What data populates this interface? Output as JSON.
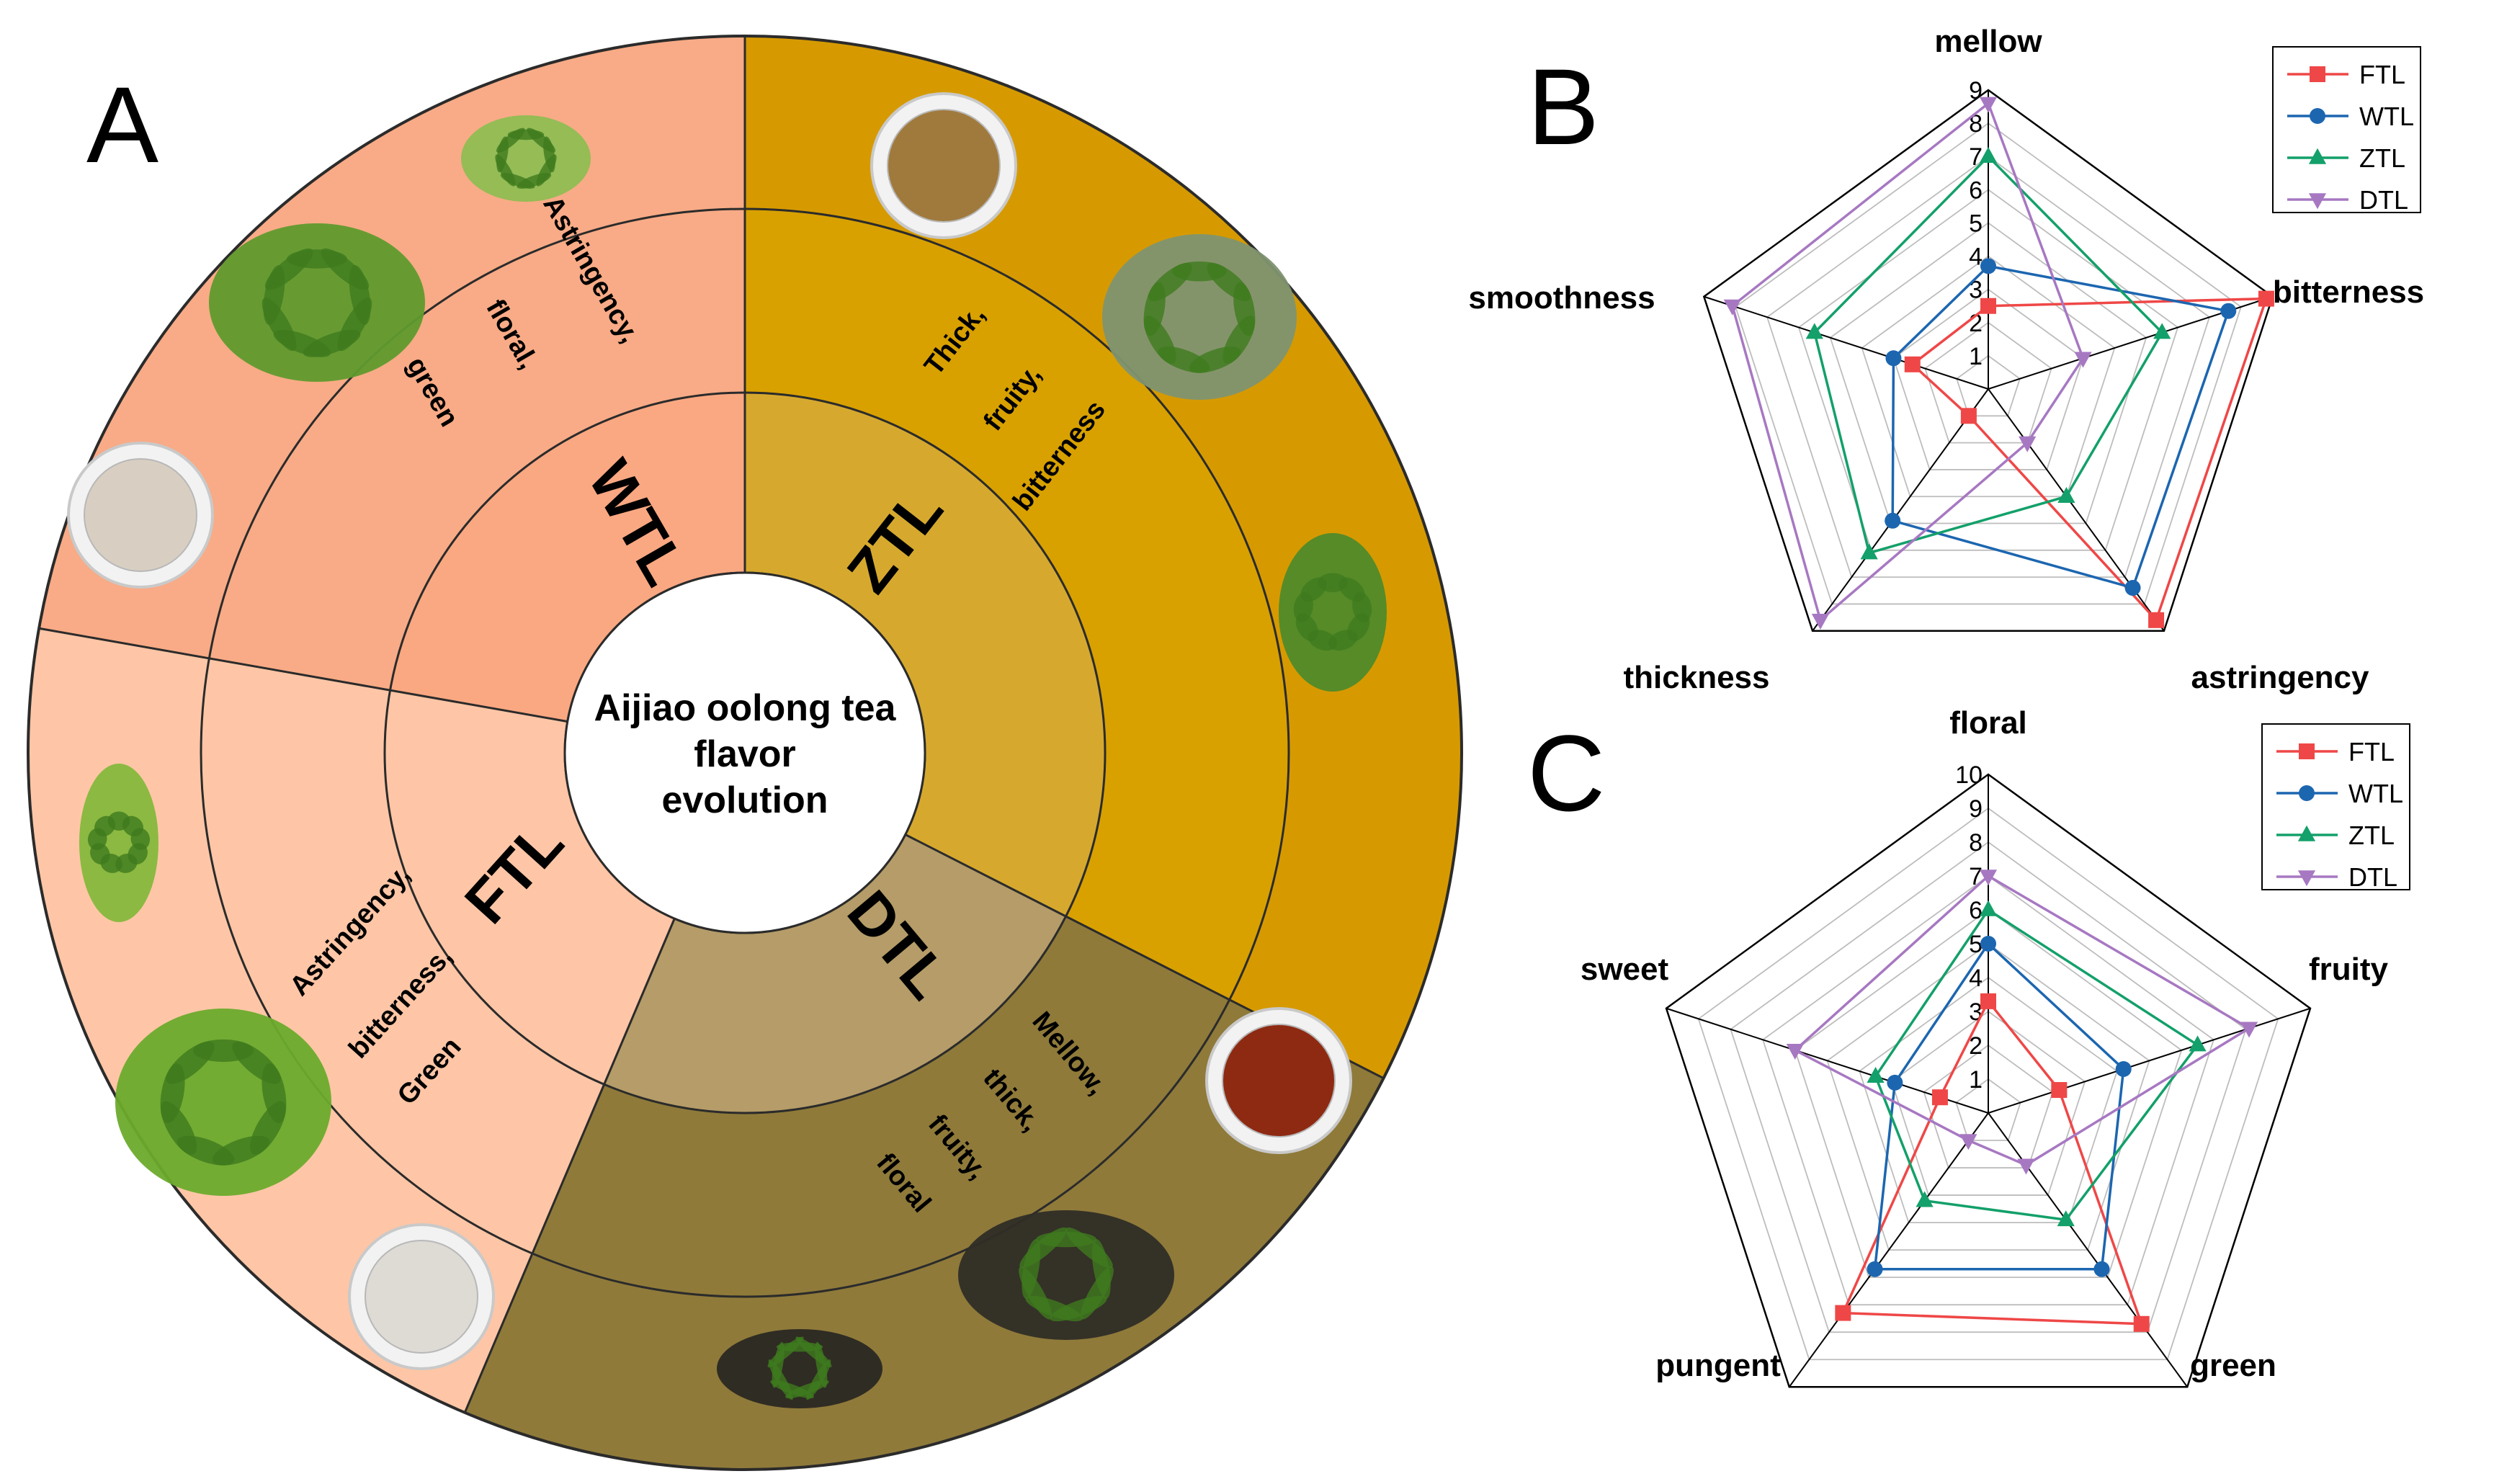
{
  "panel_a": {
    "letter": "A",
    "center_lines": [
      "Aijiao oolong tea",
      "flavor",
      "evolution"
    ],
    "segments": [
      {
        "name": "WTL",
        "descriptors": [
          "Astringency,",
          "floral,",
          "green"
        ],
        "colors": {
          "outer": "#f8ab86",
          "middle": "#f8ab86",
          "inner": "#faa882"
        }
      },
      {
        "name": "ZTL",
        "descriptors": [
          "Thick,",
          "fruity,",
          "bitterness"
        ],
        "colors": {
          "outer": "#d69a00",
          "middle": "#d8a100",
          "inner": "#d6a92e"
        }
      },
      {
        "name": "DTL",
        "descriptors": [
          "Mellow,",
          "thick,",
          "fruity,",
          "floral"
        ],
        "colors": {
          "outer": "#8f7a3a",
          "middle": "#8f7a3a",
          "inner": "#b59c68"
        }
      },
      {
        "name": "FTL",
        "descriptors": [
          "Astringency,",
          "bitterness,",
          "Green"
        ],
        "colors": {
          "outer": "#fec6a6",
          "middle": "#fec6a6",
          "inner": "#fec6a6"
        }
      }
    ]
  },
  "chart_data": [
    {
      "panel": "B",
      "type": "radar",
      "axes": [
        "mellow",
        "bitterness",
        "astringency",
        "thickness",
        "smoothness"
      ],
      "rmax": 9,
      "ticks": [
        1,
        2,
        3,
        4,
        5,
        6,
        7,
        8,
        9
      ],
      "series": [
        {
          "name": "FTL",
          "color": "#ef4747",
          "marker": "square",
          "values": [
            2.5,
            8.8,
            8.6,
            1.0,
            2.4
          ]
        },
        {
          "name": "WTL",
          "color": "#1c66b0",
          "marker": "circle",
          "values": [
            3.7,
            7.6,
            7.4,
            4.9,
            3.0
          ]
        },
        {
          "name": "ZTL",
          "color": "#13a06a",
          "marker": "triangle-up",
          "values": [
            7.0,
            5.5,
            4.0,
            6.1,
            5.5
          ]
        },
        {
          "name": "DTL",
          "color": "#a778c2",
          "marker": "triangle-down",
          "values": [
            8.6,
            3.0,
            2.0,
            8.6,
            8.1
          ]
        }
      ]
    },
    {
      "panel": "C",
      "type": "radar",
      "axes": [
        "floral",
        "fruity",
        "green",
        "pungent",
        "sweet"
      ],
      "rmax": 10,
      "ticks": [
        1,
        2,
        3,
        4,
        5,
        6,
        7,
        8,
        9,
        10
      ],
      "series": [
        {
          "name": "FTL",
          "color": "#ef4747",
          "marker": "square",
          "values": [
            3.3,
            2.2,
            7.7,
            7.3,
            1.5
          ]
        },
        {
          "name": "WTL",
          "color": "#1c66b0",
          "marker": "circle",
          "values": [
            5.0,
            4.2,
            5.7,
            5.7,
            2.9
          ]
        },
        {
          "name": "ZTL",
          "color": "#13a06a",
          "marker": "triangle-up",
          "values": [
            6.0,
            6.5,
            3.9,
            3.2,
            3.5
          ]
        },
        {
          "name": "DTL",
          "color": "#a778c2",
          "marker": "triangle-down",
          "values": [
            7.0,
            8.1,
            1.9,
            1.0,
            6.0
          ]
        }
      ]
    }
  ]
}
